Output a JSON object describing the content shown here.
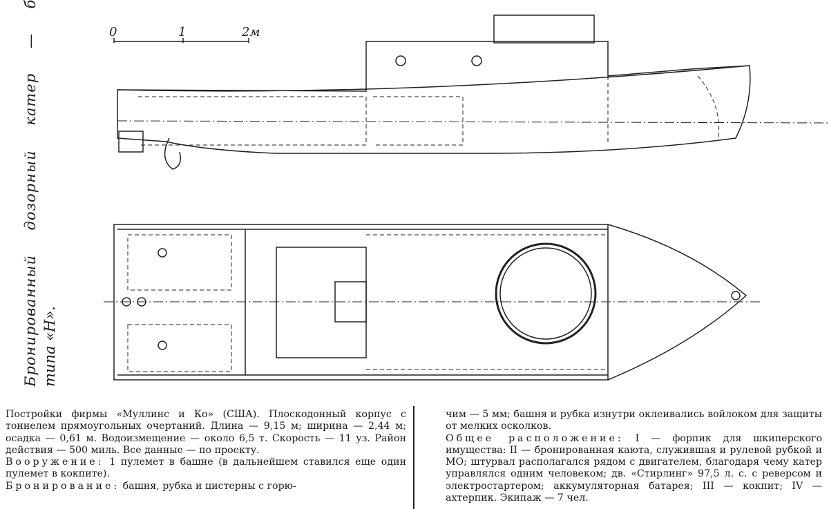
{
  "caption": {
    "line1": "Бронированный дозорный катер — бронекатер",
    "line2": "типа «Н»."
  },
  "scale": {
    "ticks": [
      "0",
      "1",
      "2м"
    ]
  },
  "text_left": {
    "p1": "Постройки фирмы «Муллинс и Ко» (США). Плоскодонный корпус с тоннелем прямоугольных очертаний. Длина — 9,15 м; ширина — 2,44 м; осадка — 0,61 м. Водоизмещение — около 6,5 т. Скорость — 11 уз. Район действия — 500 миль. Все данные — по проекту.",
    "p2_head": "Вооружение:",
    "p2": " 1 пулемет в башне (в дальнейшем ставился еще один пулемет в кокпите).",
    "p3_head": "Бронирование:",
    "p3": " башня, рубка и цистерны с горю-"
  },
  "text_right": {
    "p1": "чим — 5 мм; башня и рубка изнутри оклеивались войлоком для защиты от мелких осколков.",
    "p2_head": "Общее расположение:",
    "p2": " I — форпик для шкиперского имущества: II — бронированная каюта, служившая и рулевой рубкой и МО; штурвал располагался рядом с двигателем, благодаря чему катер управлялся одним человеком; дв. «Стирлинг» 97,5 л. с. с реверсом и электростартером; аккумуляторная батарея; III — кокпит; IV — ахтерпик. Экипаж — 7 чел."
  }
}
